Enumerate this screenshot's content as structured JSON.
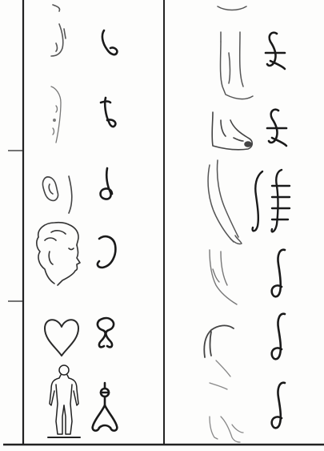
{
  "page": {
    "background": "#fdfdfc",
    "ink": "#1a1a1a",
    "sketch_ink": "#6b6b6b"
  },
  "left_column": {
    "rows": [
      {
        "drawing": "chin-drawing",
        "glyph": "chin-glyph"
      },
      {
        "drawing": "cheek-drawing",
        "glyph": "cheek-glyph"
      },
      {
        "drawing": "ear-drawing",
        "glyph": "ear-glyph"
      },
      {
        "drawing": "head-drawing",
        "glyph": "head-glyph"
      },
      {
        "drawing": "heart-drawing",
        "glyph": "heart-glyph"
      },
      {
        "drawing": "body-drawing",
        "glyph": "body-glyph"
      }
    ]
  },
  "right_column": {
    "rows": [
      {
        "drawing": "leg-drawing",
        "glyph": "leg-glyph"
      },
      {
        "drawing": "foot-drawing",
        "glyph": "foot-glyph"
      },
      {
        "drawing": "arm-drawing",
        "glyph": "arm-glyph"
      },
      {
        "drawing": "forearm-drawing",
        "glyph": "forearm-glyph"
      },
      {
        "drawing": "shoulder-drawing",
        "glyph": "shoulder-glyph"
      },
      {
        "drawing": "torso-drawing",
        "glyph": "torso-glyph"
      }
    ]
  }
}
